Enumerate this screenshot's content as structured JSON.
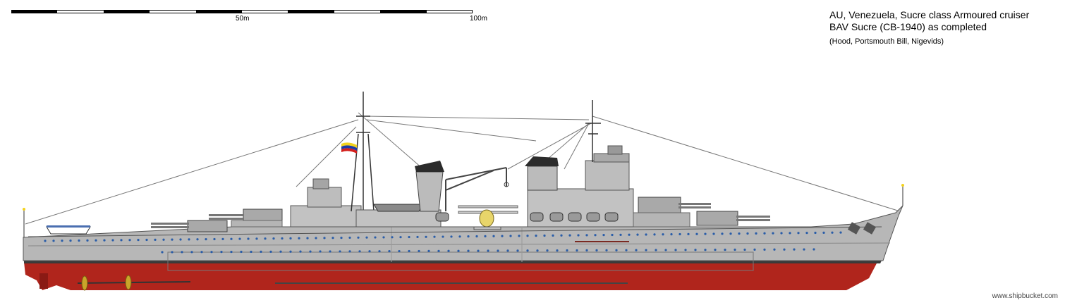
{
  "scale": {
    "label_mid": "50m",
    "label_end": "100m",
    "colors": [
      "#000000",
      "#ffffff"
    ]
  },
  "title": {
    "line1": "AU, Venezuela, Sucre class Armoured cruiser",
    "line2": "BAV Sucre (CB-1940) as completed",
    "credits": "(Hood, Portsmouth Bill, Nigevids)"
  },
  "watermark": "www.shipbucket.com",
  "colors": {
    "hull_gray": "#b7b7b7",
    "superstructure_gray": "#c2c2c2",
    "dark_gray": "#8a8a8a",
    "antifouling_red": "#b0251c",
    "boot_top": "#3a3a3a",
    "porthole_blue": "#2a5da8",
    "funnel_cap": "#2b2b2b",
    "flag_yellow": "#f3d21c",
    "flag_blue": "#1c3aa8",
    "flag_red": "#d3201c",
    "propeller": "#c9a52a"
  },
  "icons": [
    "venezuela-flag-icon",
    "propeller-icon",
    "floatplane-icon",
    "ship-boat-icon"
  ]
}
